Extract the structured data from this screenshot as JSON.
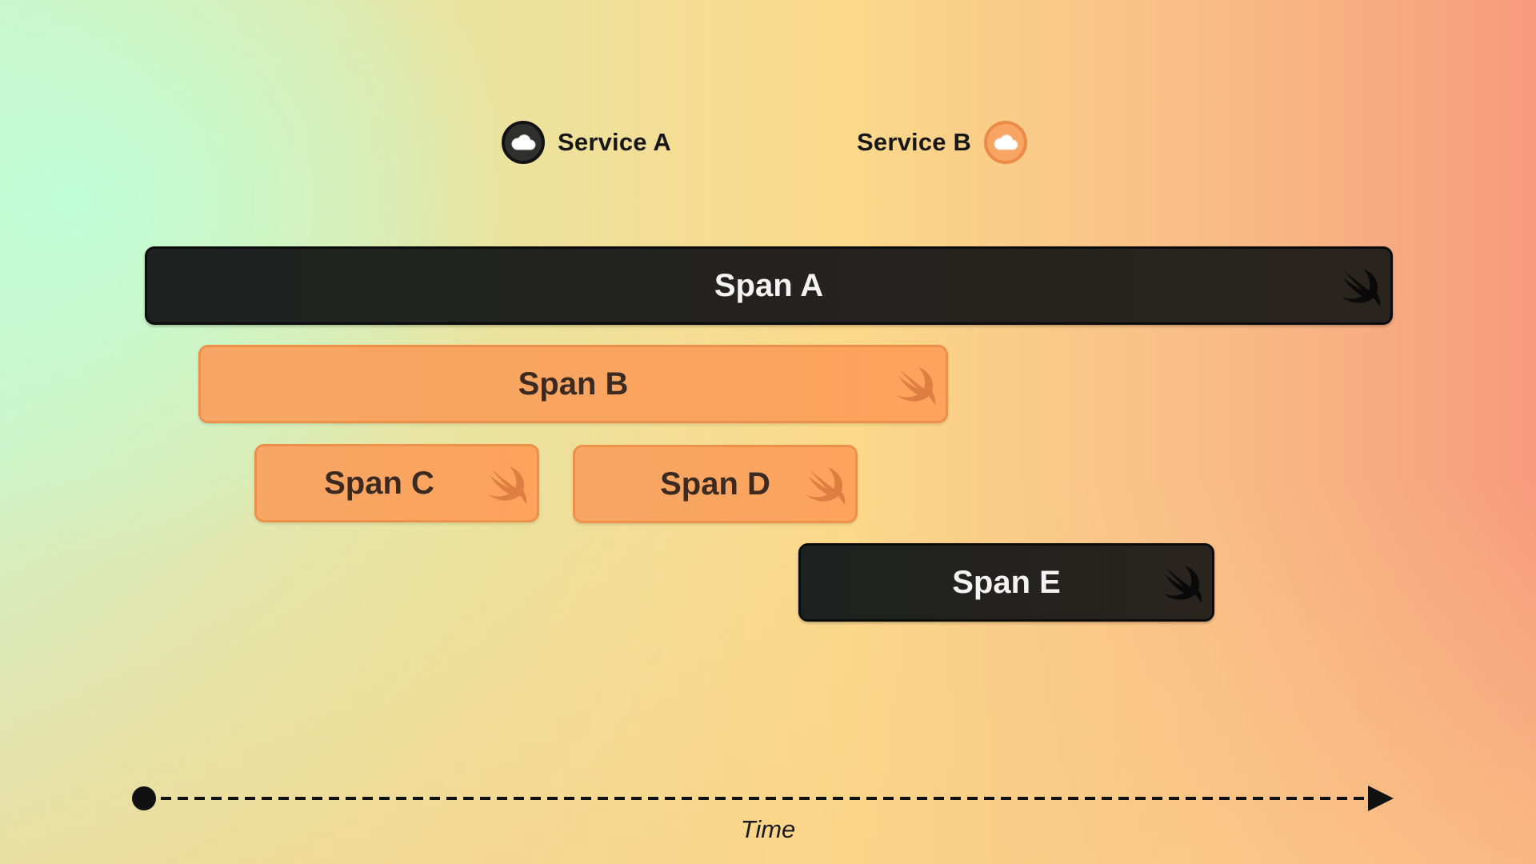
{
  "legend": {
    "service_a": {
      "label": "Service A",
      "color": "#2f2f2e",
      "icon": "cloud-icon"
    },
    "service_b": {
      "label": "Service B",
      "color": "#f8a463",
      "icon": "cloud-icon"
    }
  },
  "spans": [
    {
      "id": "a",
      "label": "Span A",
      "service": "Service A",
      "icon": "swift-icon"
    },
    {
      "id": "b",
      "label": "Span B",
      "service": "Service B",
      "icon": "swift-icon"
    },
    {
      "id": "c",
      "label": "Span C",
      "service": "Service B",
      "icon": "swift-icon"
    },
    {
      "id": "d",
      "label": "Span D",
      "service": "Service B",
      "icon": "swift-icon"
    },
    {
      "id": "e",
      "label": "Span E",
      "service": "Service A",
      "icon": "swift-icon"
    }
  ],
  "axis": {
    "label": "Time"
  },
  "colors": {
    "dark": "#1f1f1e",
    "orange": "#f8a463",
    "orange_border": "#ec8a48"
  }
}
